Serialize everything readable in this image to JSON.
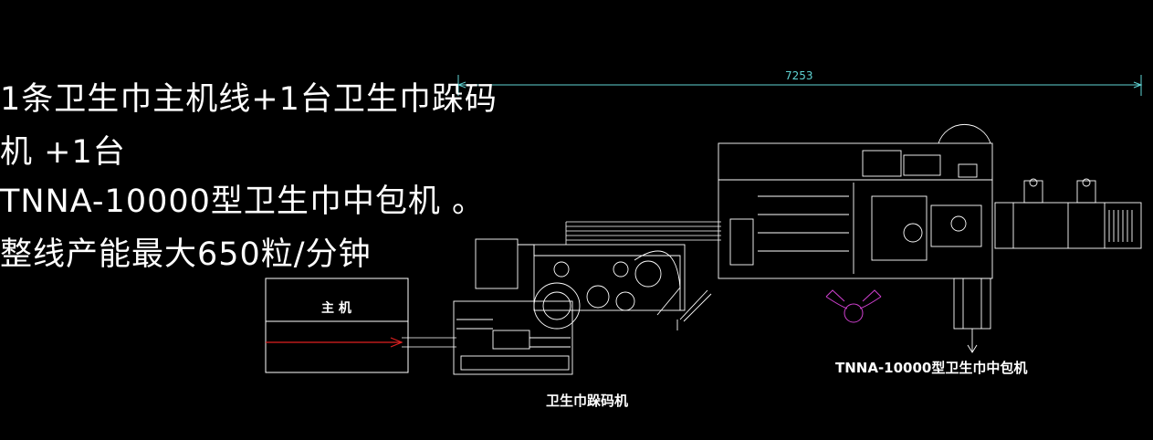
{
  "description_lines": [
    "1条卫生巾主机线+1台卫生巾跺码",
    "机 +1台",
    "TNNA-10000型卫生巾中包机 。",
    "整线产能最大650粒/分钟"
  ],
  "dimension": "7253",
  "labels": {
    "main_machine": "主 机",
    "stacker": "卫生巾跺码机",
    "packer": "TNNA-10000型卫生巾中包机"
  },
  "colors": {
    "background": "#000000",
    "lines": "#ffffff",
    "dimension": "#5fd3d3",
    "arrow": "#e02020",
    "accent": "#d040d0"
  }
}
